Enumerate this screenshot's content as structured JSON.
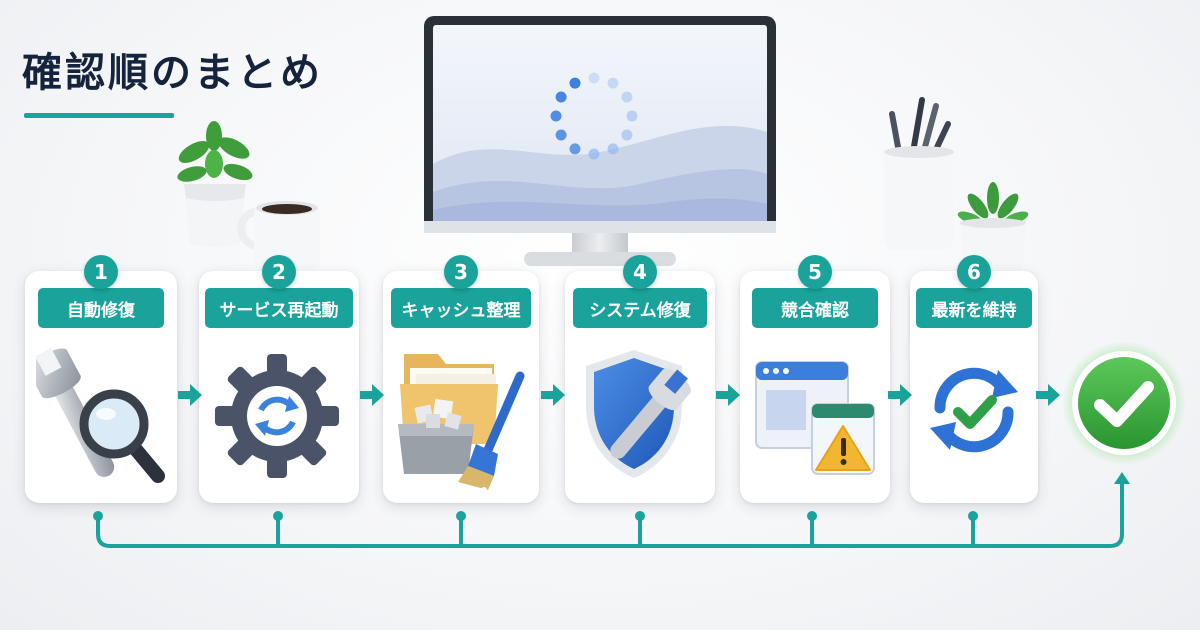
{
  "title": "確認順のまとめ",
  "colors": {
    "accent": "#1aa39a",
    "title": "#16233d",
    "success": "#3aaa3a"
  },
  "steps": [
    {
      "number": "1",
      "label": "自動修復",
      "icon": "wrench-magnifier-icon"
    },
    {
      "number": "2",
      "label": "サービス再起動",
      "icon": "gear-refresh-icon"
    },
    {
      "number": "3",
      "label": "キャッシュ整理",
      "icon": "folder-broom-icon"
    },
    {
      "number": "4",
      "label": "システム修復",
      "icon": "shield-wrench-icon"
    },
    {
      "number": "5",
      "label": "競合確認",
      "icon": "windows-warning-icon"
    },
    {
      "number": "6",
      "label": "最新を維持",
      "icon": "sync-check-icon"
    }
  ],
  "result": {
    "icon": "check-circle-icon"
  }
}
